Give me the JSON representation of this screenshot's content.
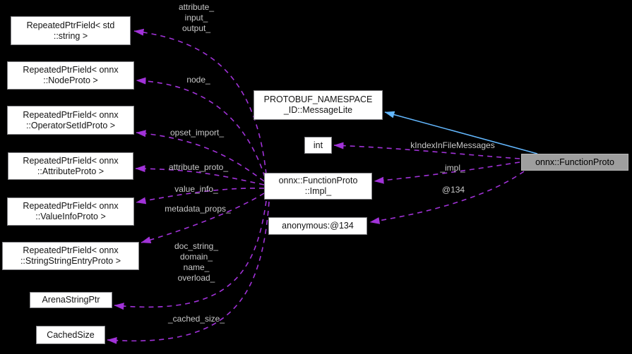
{
  "diagram": {
    "kind": "collaboration-graph",
    "main_class": "onnx::FunctionProto",
    "colors": {
      "background": "#000000",
      "node_fill": "#ffffff",
      "node_border": "#848488",
      "node_text": "#141414",
      "main_node_fill": "#9e9e9e",
      "main_node_border": "#b7b7b7",
      "usage_edge": "#a132d8",
      "inheritance_edge": "#63b8ff",
      "edge_label_text": "#c9c9c9"
    },
    "nodes": [
      {
        "id": "repeatedptrfield-std-string",
        "lines": [
          "RepeatedPtrField< std",
          "::string >"
        ],
        "kind": "class"
      },
      {
        "id": "repeatedptrfield-nodeproto",
        "lines": [
          "RepeatedPtrField< onnx",
          "::NodeProto >"
        ],
        "kind": "class"
      },
      {
        "id": "repeatedptrfield-operatorsetid",
        "lines": [
          "RepeatedPtrField< onnx",
          "::OperatorSetIdProto >"
        ],
        "kind": "class"
      },
      {
        "id": "repeatedptrfield-attributeproto",
        "lines": [
          "RepeatedPtrField< onnx",
          "::AttributeProto >"
        ],
        "kind": "class"
      },
      {
        "id": "repeatedptrfield-valueinfoproto",
        "lines": [
          "RepeatedPtrField< onnx",
          "::ValueInfoProto >"
        ],
        "kind": "class"
      },
      {
        "id": "repeatedptrfield-stringstringentry",
        "lines": [
          "RepeatedPtrField< onnx",
          "::StringStringEntryProto >"
        ],
        "kind": "class"
      },
      {
        "id": "arenastringptr",
        "lines": [
          "ArenaStringPtr"
        ],
        "kind": "class"
      },
      {
        "id": "cachedsize",
        "lines": [
          "CachedSize"
        ],
        "kind": "class"
      },
      {
        "id": "protobuf-namespace-messagelite",
        "lines": [
          "PROTOBUF_NAMESPACE",
          "_ID::MessageLite"
        ],
        "kind": "class"
      },
      {
        "id": "int",
        "lines": [
          "int"
        ],
        "kind": "class"
      },
      {
        "id": "onnx-functionproto-impl",
        "lines": [
          "onnx::FunctionProto",
          "::Impl_"
        ],
        "kind": "class"
      },
      {
        "id": "anonymous-134",
        "lines": [
          "anonymous:@134"
        ],
        "kind": "class"
      },
      {
        "id": "onnx-functionproto",
        "lines": [
          "onnx::FunctionProto"
        ],
        "kind": "main"
      }
    ],
    "edges": [
      {
        "id": "attr-input-output",
        "from": "onnx-functionproto-impl",
        "to": "repeatedptrfield-std-string",
        "style": "dashed",
        "label": "attribute_ input_ output_"
      },
      {
        "id": "node",
        "from": "onnx-functionproto-impl",
        "to": "repeatedptrfield-nodeproto",
        "style": "dashed",
        "label": "node_"
      },
      {
        "id": "opset-import",
        "from": "onnx-functionproto-impl",
        "to": "repeatedptrfield-operatorsetid",
        "style": "dashed",
        "label": "opset_import_"
      },
      {
        "id": "attribute-proto",
        "from": "onnx-functionproto-impl",
        "to": "repeatedptrfield-attributeproto",
        "style": "dashed",
        "label": "attribute_proto_"
      },
      {
        "id": "value-info",
        "from": "onnx-functionproto-impl",
        "to": "repeatedptrfield-valueinfoproto",
        "style": "dashed",
        "label": "value_info_"
      },
      {
        "id": "metadata-props",
        "from": "onnx-functionproto-impl",
        "to": "repeatedptrfield-stringstringentry",
        "style": "dashed",
        "label": "metadata_props_"
      },
      {
        "id": "doc-string-group",
        "from": "onnx-functionproto-impl",
        "to": "arenastringptr",
        "style": "dashed",
        "label": "doc_string_ domain_ name_ overload_"
      },
      {
        "id": "cached-size",
        "from": "onnx-functionproto-impl",
        "to": "cachedsize",
        "style": "dashed",
        "label": "_cached_size_"
      },
      {
        "id": "kindexinfilemessages",
        "from": "onnx-functionproto",
        "to": "int",
        "style": "dashed",
        "label": "kIndexInFileMessages"
      },
      {
        "id": "impl",
        "from": "onnx-functionproto",
        "to": "onnx-functionproto-impl",
        "style": "dashed",
        "label": "_impl_"
      },
      {
        "id": "at134",
        "from": "onnx-functionproto",
        "to": "anonymous-134",
        "style": "dashed",
        "label": "@134"
      },
      {
        "id": "inherits-messagelite",
        "from": "onnx-functionproto",
        "to": "protobuf-namespace-messagelite",
        "style": "solid",
        "label": ""
      }
    ],
    "edge_labels": [
      {
        "id": "attr-input-output",
        "lines": [
          "attribute_",
          "input_",
          "output_"
        ]
      },
      {
        "id": "node",
        "lines": [
          "node_"
        ]
      },
      {
        "id": "opset-import",
        "lines": [
          "opset_import_"
        ]
      },
      {
        "id": "attribute-proto",
        "lines": [
          "attribute_proto_"
        ]
      },
      {
        "id": "value-info",
        "lines": [
          "value_info_"
        ]
      },
      {
        "id": "metadata-props",
        "lines": [
          "metadata_props_"
        ]
      },
      {
        "id": "doc-string-group",
        "lines": [
          "doc_string_",
          "domain_",
          "name_",
          "overload_"
        ]
      },
      {
        "id": "cached-size",
        "lines": [
          "_cached_size_"
        ]
      },
      {
        "id": "kindexinfilemessages",
        "lines": [
          "kIndexInFileMessages"
        ]
      },
      {
        "id": "impl",
        "lines": [
          "_impl_"
        ]
      },
      {
        "id": "at134",
        "lines": [
          "@134"
        ]
      }
    ]
  }
}
